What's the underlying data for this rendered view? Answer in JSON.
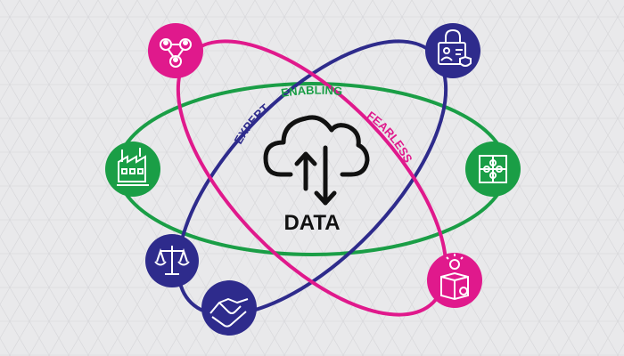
{
  "center": {
    "label": "DATA",
    "icon": "cloud-upload-download-icon"
  },
  "rings": [
    {
      "name": "enabling",
      "label": "ENABLING",
      "color": "#1a9e46"
    },
    {
      "name": "expert",
      "label": "EXPERT",
      "color": "#2e2b8c"
    },
    {
      "name": "fearless",
      "label": "FEARLESS",
      "color": "#e0198c"
    }
  ],
  "nodes": [
    {
      "name": "people-network-icon",
      "color": "#e0198c"
    },
    {
      "name": "secure-user-icon",
      "color": "#2e2b8c"
    },
    {
      "name": "factory-icon",
      "color": "#1a9e46"
    },
    {
      "name": "puzzle-icon",
      "color": "#1a9e46"
    },
    {
      "name": "scales-icon",
      "color": "#2e2b8c"
    },
    {
      "name": "handshake-icon",
      "color": "#2e2b8c"
    },
    {
      "name": "idea-box-icon",
      "color": "#e0198c"
    }
  ],
  "colors": {
    "background": "#e9e9eb",
    "grid": "#d9d9dc",
    "ink": "#111111"
  }
}
